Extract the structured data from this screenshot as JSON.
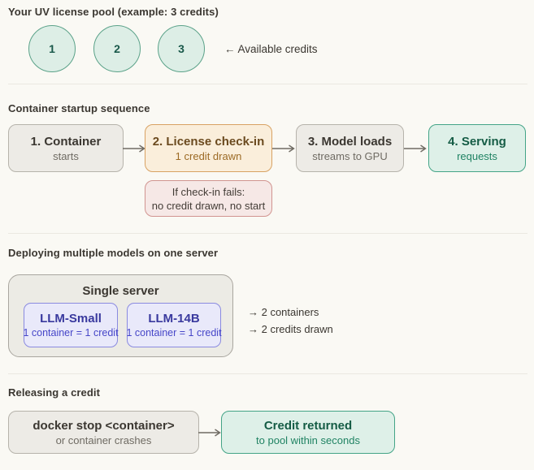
{
  "pool": {
    "title": "Your UV license pool (example: 3 credits)",
    "credits": [
      "1",
      "2",
      "3"
    ],
    "label": "← Available credits"
  },
  "startup": {
    "title": "Container startup sequence",
    "steps": [
      {
        "title": "1. Container",
        "subtitle": "starts"
      },
      {
        "title": "2. License check-in",
        "subtitle": "1 credit drawn"
      },
      {
        "title": "3. Model loads",
        "subtitle": "streams to GPU"
      },
      {
        "title": "4. Serving",
        "subtitle": "requests"
      }
    ],
    "fail_note": {
      "line1": "If check-in fails:",
      "line2": "no credit drawn, no start"
    }
  },
  "multi": {
    "title": "Deploying multiple models on one server",
    "server_label": "Single server",
    "models": [
      {
        "name": "LLM-Small",
        "detail": "1 container = 1 credit"
      },
      {
        "name": "LLM-14B",
        "detail": "1 container = 1 credit"
      }
    ],
    "notes": [
      "→ 2 containers",
      "→ 2 credits drawn"
    ]
  },
  "release": {
    "title": "Releasing a credit",
    "source": {
      "title": "docker stop <container>",
      "subtitle": "or container crashes"
    },
    "result": {
      "title": "Credit returned",
      "subtitle": "to pool within seconds"
    }
  },
  "colors": {
    "background": "#faf9f4",
    "credit_fill": "#ddeee6",
    "credit_border": "#5ba289",
    "gray_fill": "#edebe6",
    "orange_fill": "#faeedb",
    "orange_border": "#d8a263",
    "teal_fill": "#def0e8",
    "teal_border": "#44a487",
    "fail_fill": "#f6e8e6",
    "fail_border": "#d19490",
    "model_fill": "#e9e9fa",
    "model_border": "#8a8ae0",
    "arrow": "#6f6b63"
  }
}
